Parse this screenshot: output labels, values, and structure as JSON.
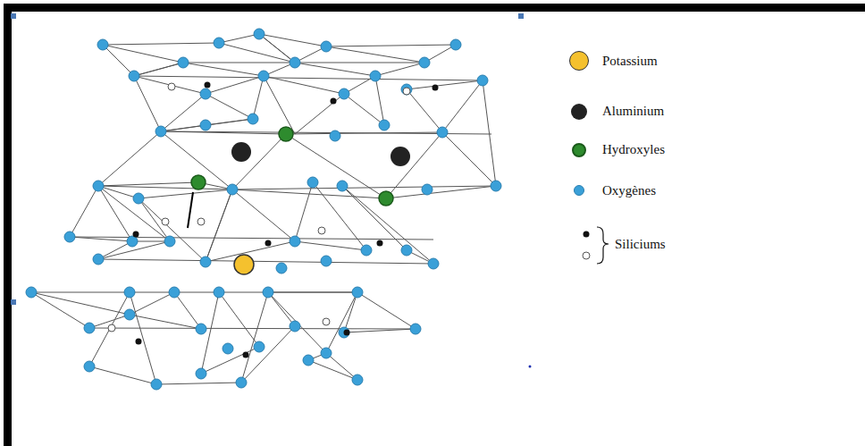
{
  "diagram": {
    "legend": [
      {
        "text": "Potassium",
        "color": "#f5c12e"
      },
      {
        "text": "Aluminium",
        "color": "#222222"
      },
      {
        "text": "Hydroxyles",
        "color": "#2e8b2e"
      },
      {
        "text": "Oxygènes",
        "color": "#3aa0d8"
      },
      {
        "text": "Siliciums"
      }
    ]
  }
}
